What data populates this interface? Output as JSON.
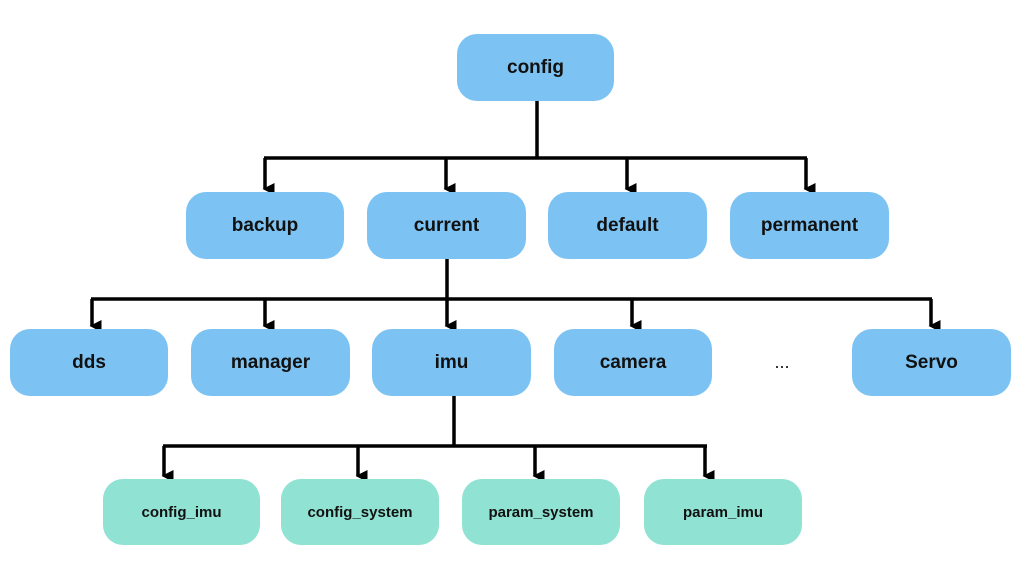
{
  "tree": {
    "root": {
      "label": "config"
    },
    "level1": {
      "backup": "backup",
      "current": "current",
      "default": "default",
      "permanent": "permanent"
    },
    "level2": {
      "dds": "dds",
      "manager": "manager",
      "imu": "imu",
      "camera": "camera",
      "ellipsis": "...",
      "servo": "Servo"
    },
    "level3": {
      "config_imu": "config_imu",
      "config_system": "config_system",
      "param_system": "param_system",
      "param_imu": "param_imu"
    }
  },
  "colors": {
    "node_blue": "#7cc3f3",
    "node_green": "#90e2d3",
    "edge": "#000000",
    "text": "#111111"
  }
}
